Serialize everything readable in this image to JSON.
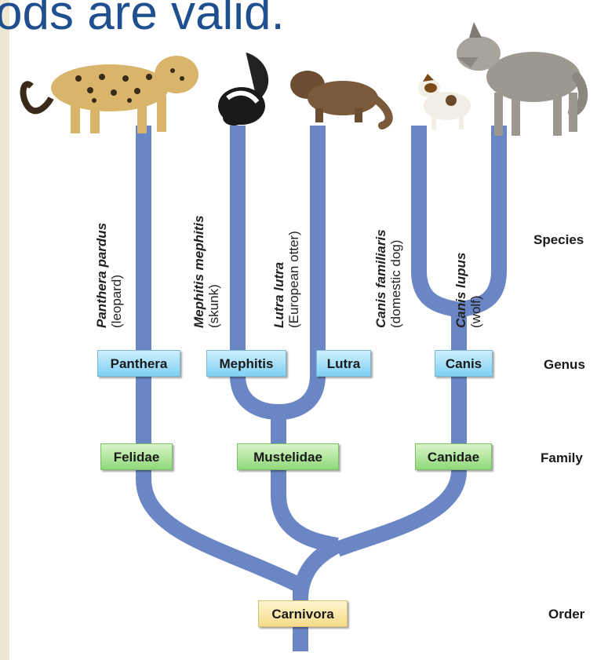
{
  "slide": {
    "title": "ods are valid."
  },
  "species": [
    {
      "scientific": "Panthera pardus",
      "common": "(leopard)"
    },
    {
      "scientific": "Mephitis mephitis",
      "common": "(skunk)"
    },
    {
      "scientific": "Lutra lutra",
      "common": "(European otter)"
    },
    {
      "scientific": "Canis familiaris",
      "common": "(domestic dog)"
    },
    {
      "scientific": "Canis lupus",
      "common": "(wolf)"
    }
  ],
  "genus": [
    "Panthera",
    "Mephitis",
    "Lutra",
    "Canis"
  ],
  "family": [
    "Felidae",
    "Mustelidae",
    "Canidae"
  ],
  "order": "Carnivora",
  "ranks": {
    "species": "Species",
    "genus": "Genus",
    "family": "Family",
    "order": "Order"
  },
  "colors": {
    "branch": "#6b86c4",
    "genus_box": "#9fdcf6",
    "family_box": "#a6e08e",
    "order_box": "#fbe7a6",
    "title": "#1f4f8f"
  },
  "icons": [
    "leopard-icon",
    "skunk-icon",
    "otter-icon",
    "dog-icon",
    "wolf-icon"
  ]
}
